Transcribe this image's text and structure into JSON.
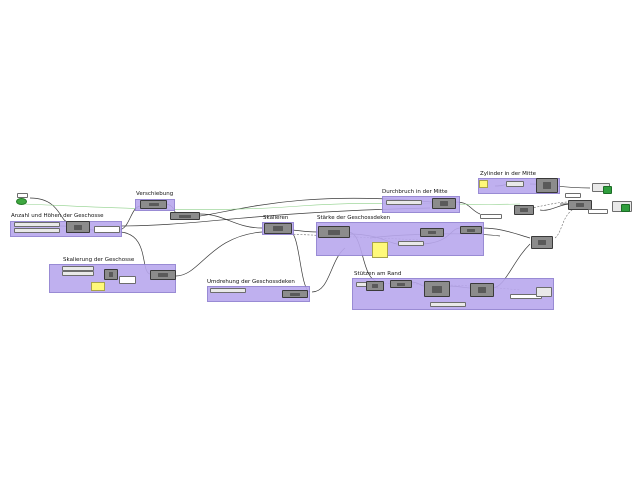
{
  "canvas": {
    "background": "#ffffff",
    "group_color": "#b9a8ee",
    "wire_color": "#3a3a3a",
    "wire_dashed_color": "#6a6a6a"
  },
  "groups": [
    {
      "id": "anzahl",
      "title": "Anzahl und Höhen der Geschosse"
    },
    {
      "id": "verschiebung",
      "title": "Verschiebung"
    },
    {
      "id": "skalierung",
      "title": "Skalierung der Geschosse"
    },
    {
      "id": "skalieren",
      "title": "Skalieren"
    },
    {
      "id": "staerke",
      "title": "Stärke der Geschossdeken"
    },
    {
      "id": "umdrehung",
      "title": "Umdrehung der Geschossdeken"
    },
    {
      "id": "durchbruch",
      "title": "Durchbruch in der Mitte"
    },
    {
      "id": "zylinder",
      "title": "Zylinder in der Mitte"
    },
    {
      "id": "stuetzen",
      "title": "Stützen am Rand"
    }
  ]
}
